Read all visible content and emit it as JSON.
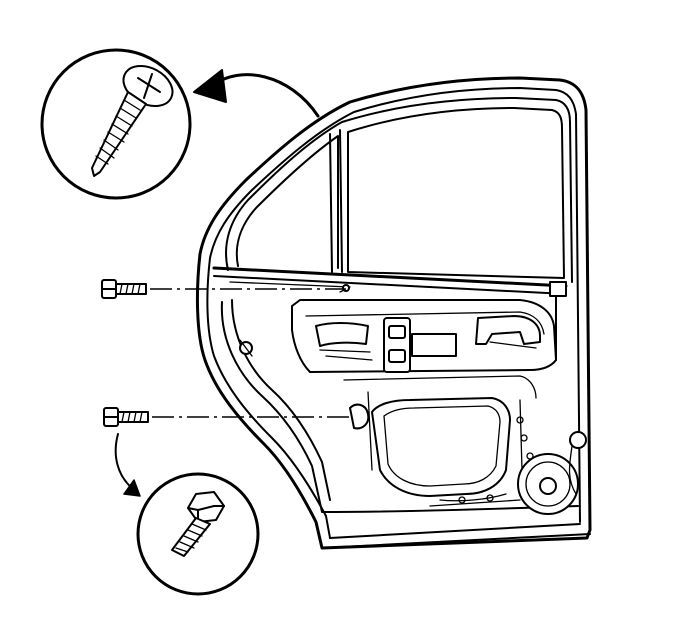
{
  "diagram": {
    "subject": "rear-door-panel",
    "callouts": [
      {
        "name": "screw-callout",
        "icon": "screw-icon"
      },
      {
        "name": "bolt-callout",
        "icon": "bolt-icon"
      }
    ],
    "fasteners": [
      "upper-bolt-icon",
      "lower-bolt-icon"
    ],
    "colors": {
      "line": "#000000",
      "background": "#ffffff"
    }
  }
}
